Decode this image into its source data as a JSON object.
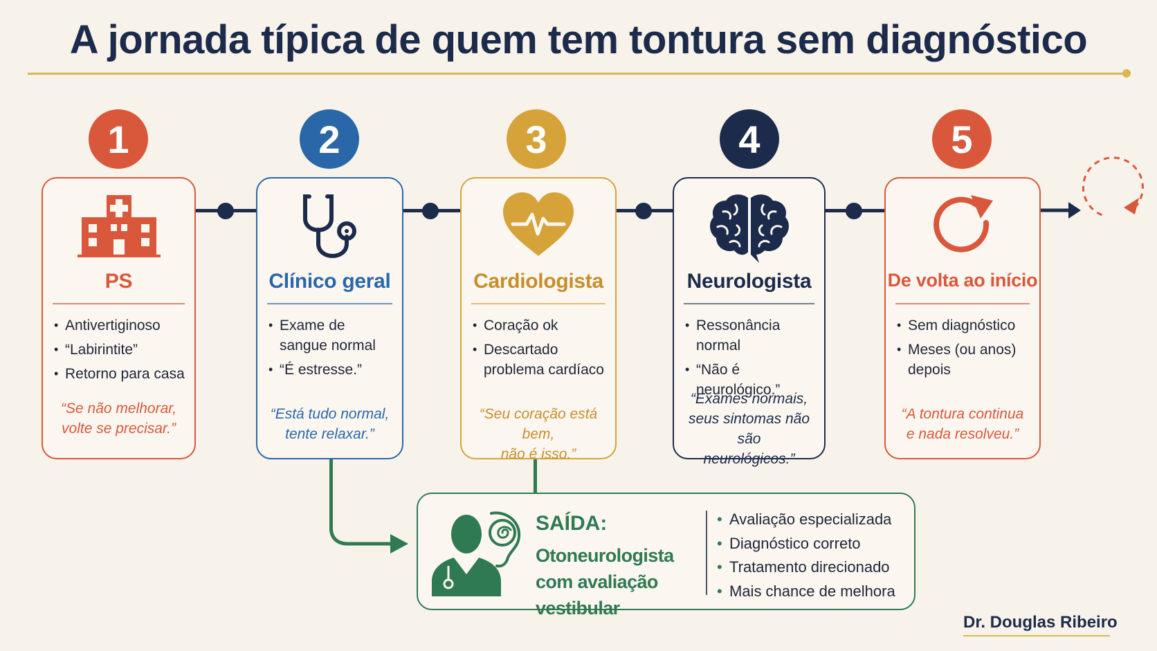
{
  "title": "A jornada típica de quem tem tontura sem diagnóstico",
  "colors": {
    "navy": "#1c2b4b",
    "red": "#d9573b",
    "blue": "#2a67a9",
    "gold": "#d6a33a",
    "green": "#2f7a52",
    "accent_line": "#d9b64f"
  },
  "steps": [
    {
      "number": "1",
      "heading": "PS",
      "icon": "hospital-icon",
      "items": [
        "Antivertiginoso",
        "“Labirintite”",
        "Retorno para casa"
      ],
      "quote_lines": [
        "“Se não melhorar,",
        "volte se precisar.”"
      ]
    },
    {
      "number": "2",
      "heading": "Clínico geral",
      "icon": "stethoscope-icon",
      "items": [
        "Exame de sangue normal",
        "“É estresse.”"
      ],
      "quote_lines": [
        "“Está tudo normal,",
        "tente relaxar.”"
      ]
    },
    {
      "number": "3",
      "heading": "Cardiologista",
      "icon": "heart-pulse-icon",
      "items": [
        "Coração ok",
        "Descartado problema cardíaco"
      ],
      "quote_lines": [
        "“Seu coração está bem,",
        "não é isso.”"
      ]
    },
    {
      "number": "4",
      "heading": "Neurologista",
      "icon": "brain-icon",
      "items": [
        "Ressonância normal",
        "“Não é neurológico.”"
      ],
      "quote_lines": [
        "“Exames normais,",
        "seus sintomas não são",
        "neurológicos.”"
      ]
    },
    {
      "number": "5",
      "heading": "De volta ao início",
      "icon": "restart-icon",
      "items": [
        "Sem diagnóstico",
        "Meses (ou anos) depois"
      ],
      "quote_lines": [
        "“A tontura continua",
        "e nada resolveu.”"
      ]
    }
  ],
  "exit": {
    "title": "SAÍDA:",
    "subtitle": "Otoneurologista com avaliação vestibular",
    "icon": "doctor-ear-icon",
    "items": [
      "Avaliação especializada",
      "Diagnóstico correto",
      "Tratamento direcionado",
      "Mais chance de melhora"
    ]
  },
  "signature": "Dr. Douglas Ribeiro"
}
